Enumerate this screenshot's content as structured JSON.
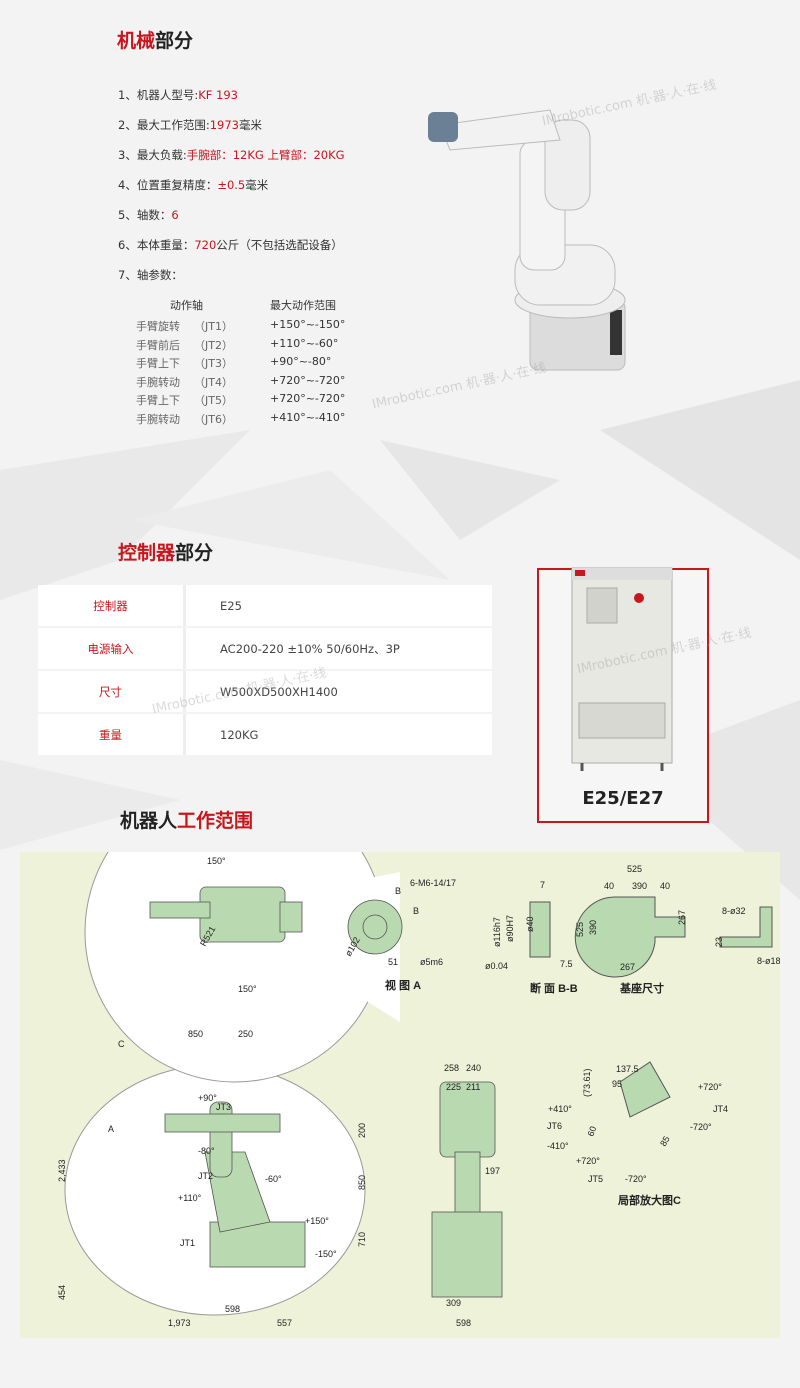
{
  "mech": {
    "title_red": "机械",
    "title_black": "部分",
    "specs": [
      {
        "label": "1、机器人型号:",
        "value": "KF 193",
        "suffix": ""
      },
      {
        "label": "2、最大工作范围:",
        "value": "1973",
        "suffix": "毫米"
      },
      {
        "label": "3、最大负载:",
        "value": "手腕部：12KG  上臂部：20KG",
        "suffix": ""
      },
      {
        "label": "4、位置重复精度：",
        "value": "±0.5",
        "suffix": "毫米"
      },
      {
        "label": "5、轴数：",
        "value": "6",
        "suffix": ""
      },
      {
        "label": "6、本体重量：",
        "value": "720",
        "suffix": "公斤（不包括选配设备）"
      },
      {
        "label": "7、轴参数：",
        "value": "",
        "suffix": ""
      }
    ],
    "axis_header": {
      "axis": "动作轴",
      "range": "最大动作范围"
    },
    "axes": [
      {
        "name": "手臂旋转",
        "joint": "（JT1）",
        "range": "+150°~-150°"
      },
      {
        "name": "手臂前后",
        "joint": "（JT2）",
        "range": "+110°~-60°"
      },
      {
        "name": "手臂上下",
        "joint": "（JT3）",
        "range": "+90°~-80°"
      },
      {
        "name": "手腕转动",
        "joint": "（JT4）",
        "range": "+720°~-720°"
      },
      {
        "name": "手臂上下",
        "joint": "（JT5）",
        "range": "+720°~-720°"
      },
      {
        "name": "手腕转动",
        "joint": "（JT6）",
        "range": "+410°~-410°"
      }
    ]
  },
  "controller": {
    "title_red": "控制器",
    "title_black": "部分",
    "rows": [
      {
        "key": "控制器",
        "value": "E25"
      },
      {
        "key": "电源输入",
        "value": "AC200-220  ±10%     50/60Hz、3P"
      },
      {
        "key": "尺寸",
        "value": "W500XD500XH1400"
      },
      {
        "key": "重量",
        "value": "120KG"
      }
    ],
    "image_label": "E25/E27"
  },
  "range": {
    "title_black": "机器人",
    "title_red": "工作范围",
    "labels": [
      "150°",
      "R521",
      "150°",
      "6-M6-14/17",
      "B",
      "B",
      "ø102",
      "51",
      "ø5m6",
      "ø0.04",
      "视 图 A",
      "7",
      "ø116h7",
      "ø90H7",
      "ø40",
      "7.5",
      "断 面 B-B",
      "525",
      "40",
      "390",
      "40",
      "525",
      "390",
      "267",
      "267",
      "基座尺寸",
      "8-ø32",
      "23",
      "8-ø18",
      "850",
      "250",
      "C",
      "+90°",
      "JT3",
      "A",
      "-80°",
      "JT2",
      "-60°",
      "+110°",
      "+150°",
      "JT1",
      "-150°",
      "2,433",
      "454",
      "200",
      "850",
      "710",
      "598",
      "1,973",
      "557",
      "258",
      "240",
      "225",
      "211",
      "197",
      "309",
      "598",
      "137.5",
      "(73.61)",
      "95",
      "+720°",
      "+410°",
      "JT4",
      "JT6",
      "-720°",
      "60",
      "85",
      "-410°",
      "+720°",
      "JT5",
      "-720°",
      "局部放大图C"
    ]
  },
  "watermark": "IMrobotic.com  机·器·人·在·线",
  "colors": {
    "accent": "#c8161d",
    "diagram_bg": "#eef2d9",
    "robot_green": "#b9d9b0"
  }
}
